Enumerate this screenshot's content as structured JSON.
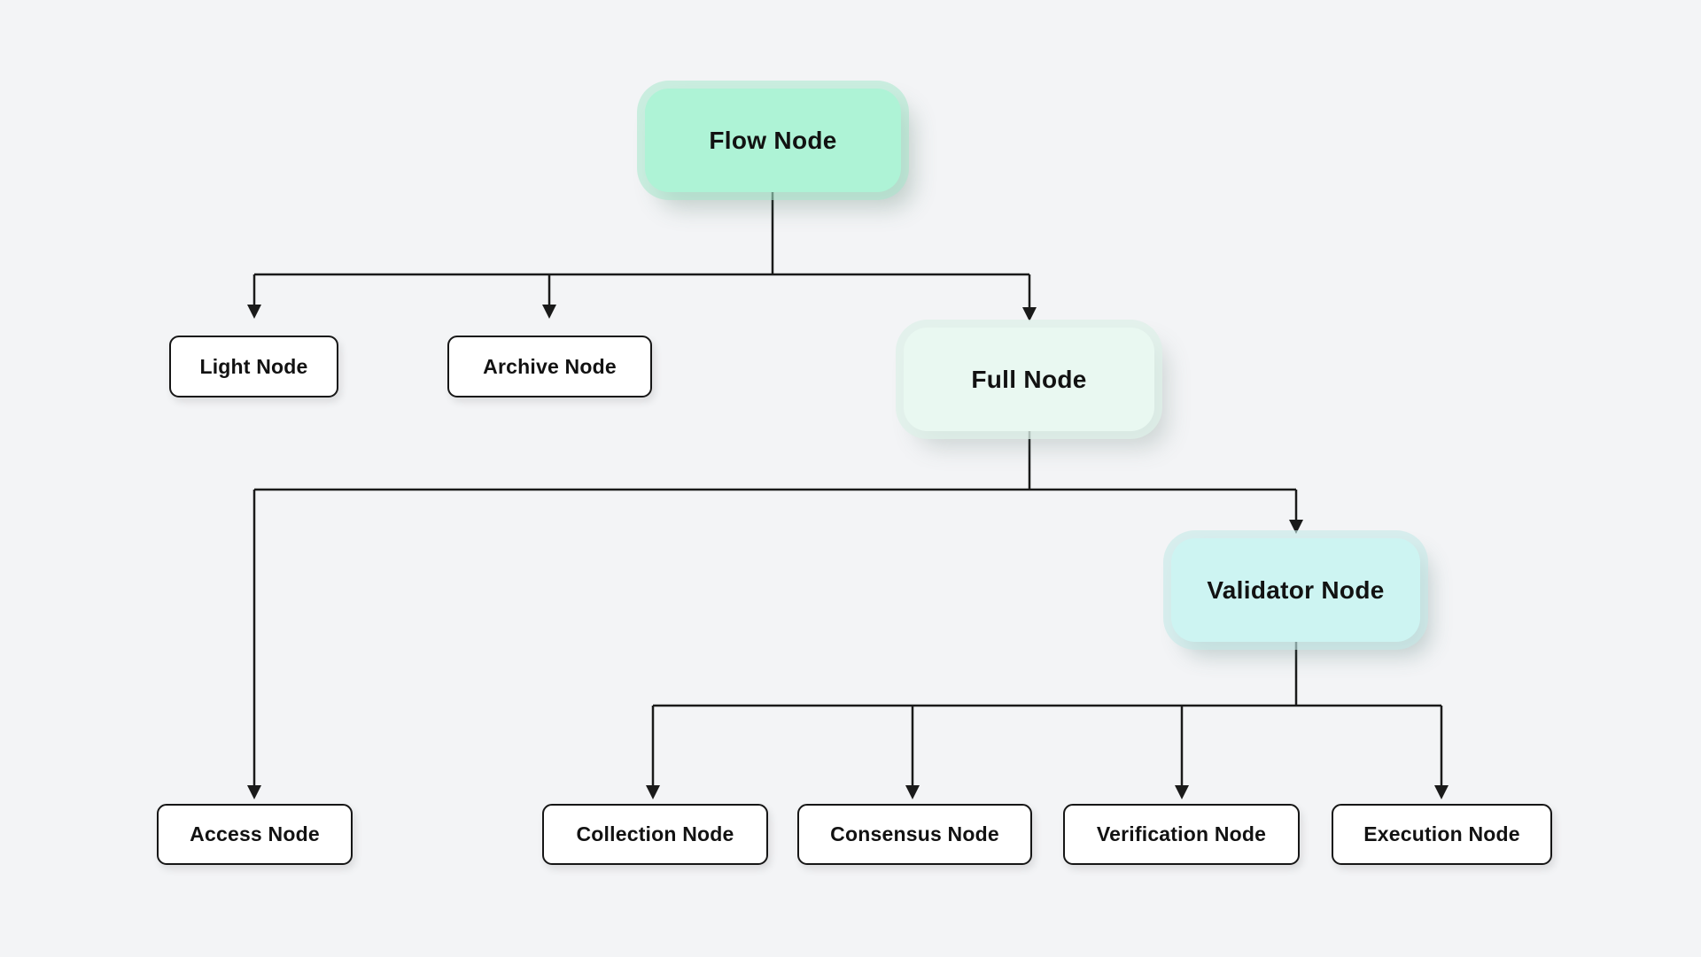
{
  "diagram": {
    "background_color": "#f3f4f6",
    "line_color": "#1a1a1a",
    "nodes": {
      "flow": {
        "label": "Flow Node",
        "fill": "#aef3d6"
      },
      "light": {
        "label": "Light Node",
        "fill": "#ffffff"
      },
      "archive": {
        "label": "Archive Node",
        "fill": "#ffffff"
      },
      "full": {
        "label": "Full Node",
        "fill": "#e9f8f1"
      },
      "validator": {
        "label": "Validator Node",
        "fill": "#cdf4f2"
      },
      "access": {
        "label": "Access Node",
        "fill": "#ffffff"
      },
      "collection": {
        "label": "Collection Node",
        "fill": "#ffffff"
      },
      "consensus": {
        "label": "Consensus Node",
        "fill": "#ffffff"
      },
      "verification": {
        "label": "Verification Node",
        "fill": "#ffffff"
      },
      "execution": {
        "label": "Execution Node",
        "fill": "#ffffff"
      }
    },
    "hierarchy": {
      "flow": [
        "light",
        "archive",
        "full"
      ],
      "full": [
        "access",
        "validator"
      ],
      "validator": [
        "collection",
        "consensus",
        "verification",
        "execution"
      ]
    }
  }
}
